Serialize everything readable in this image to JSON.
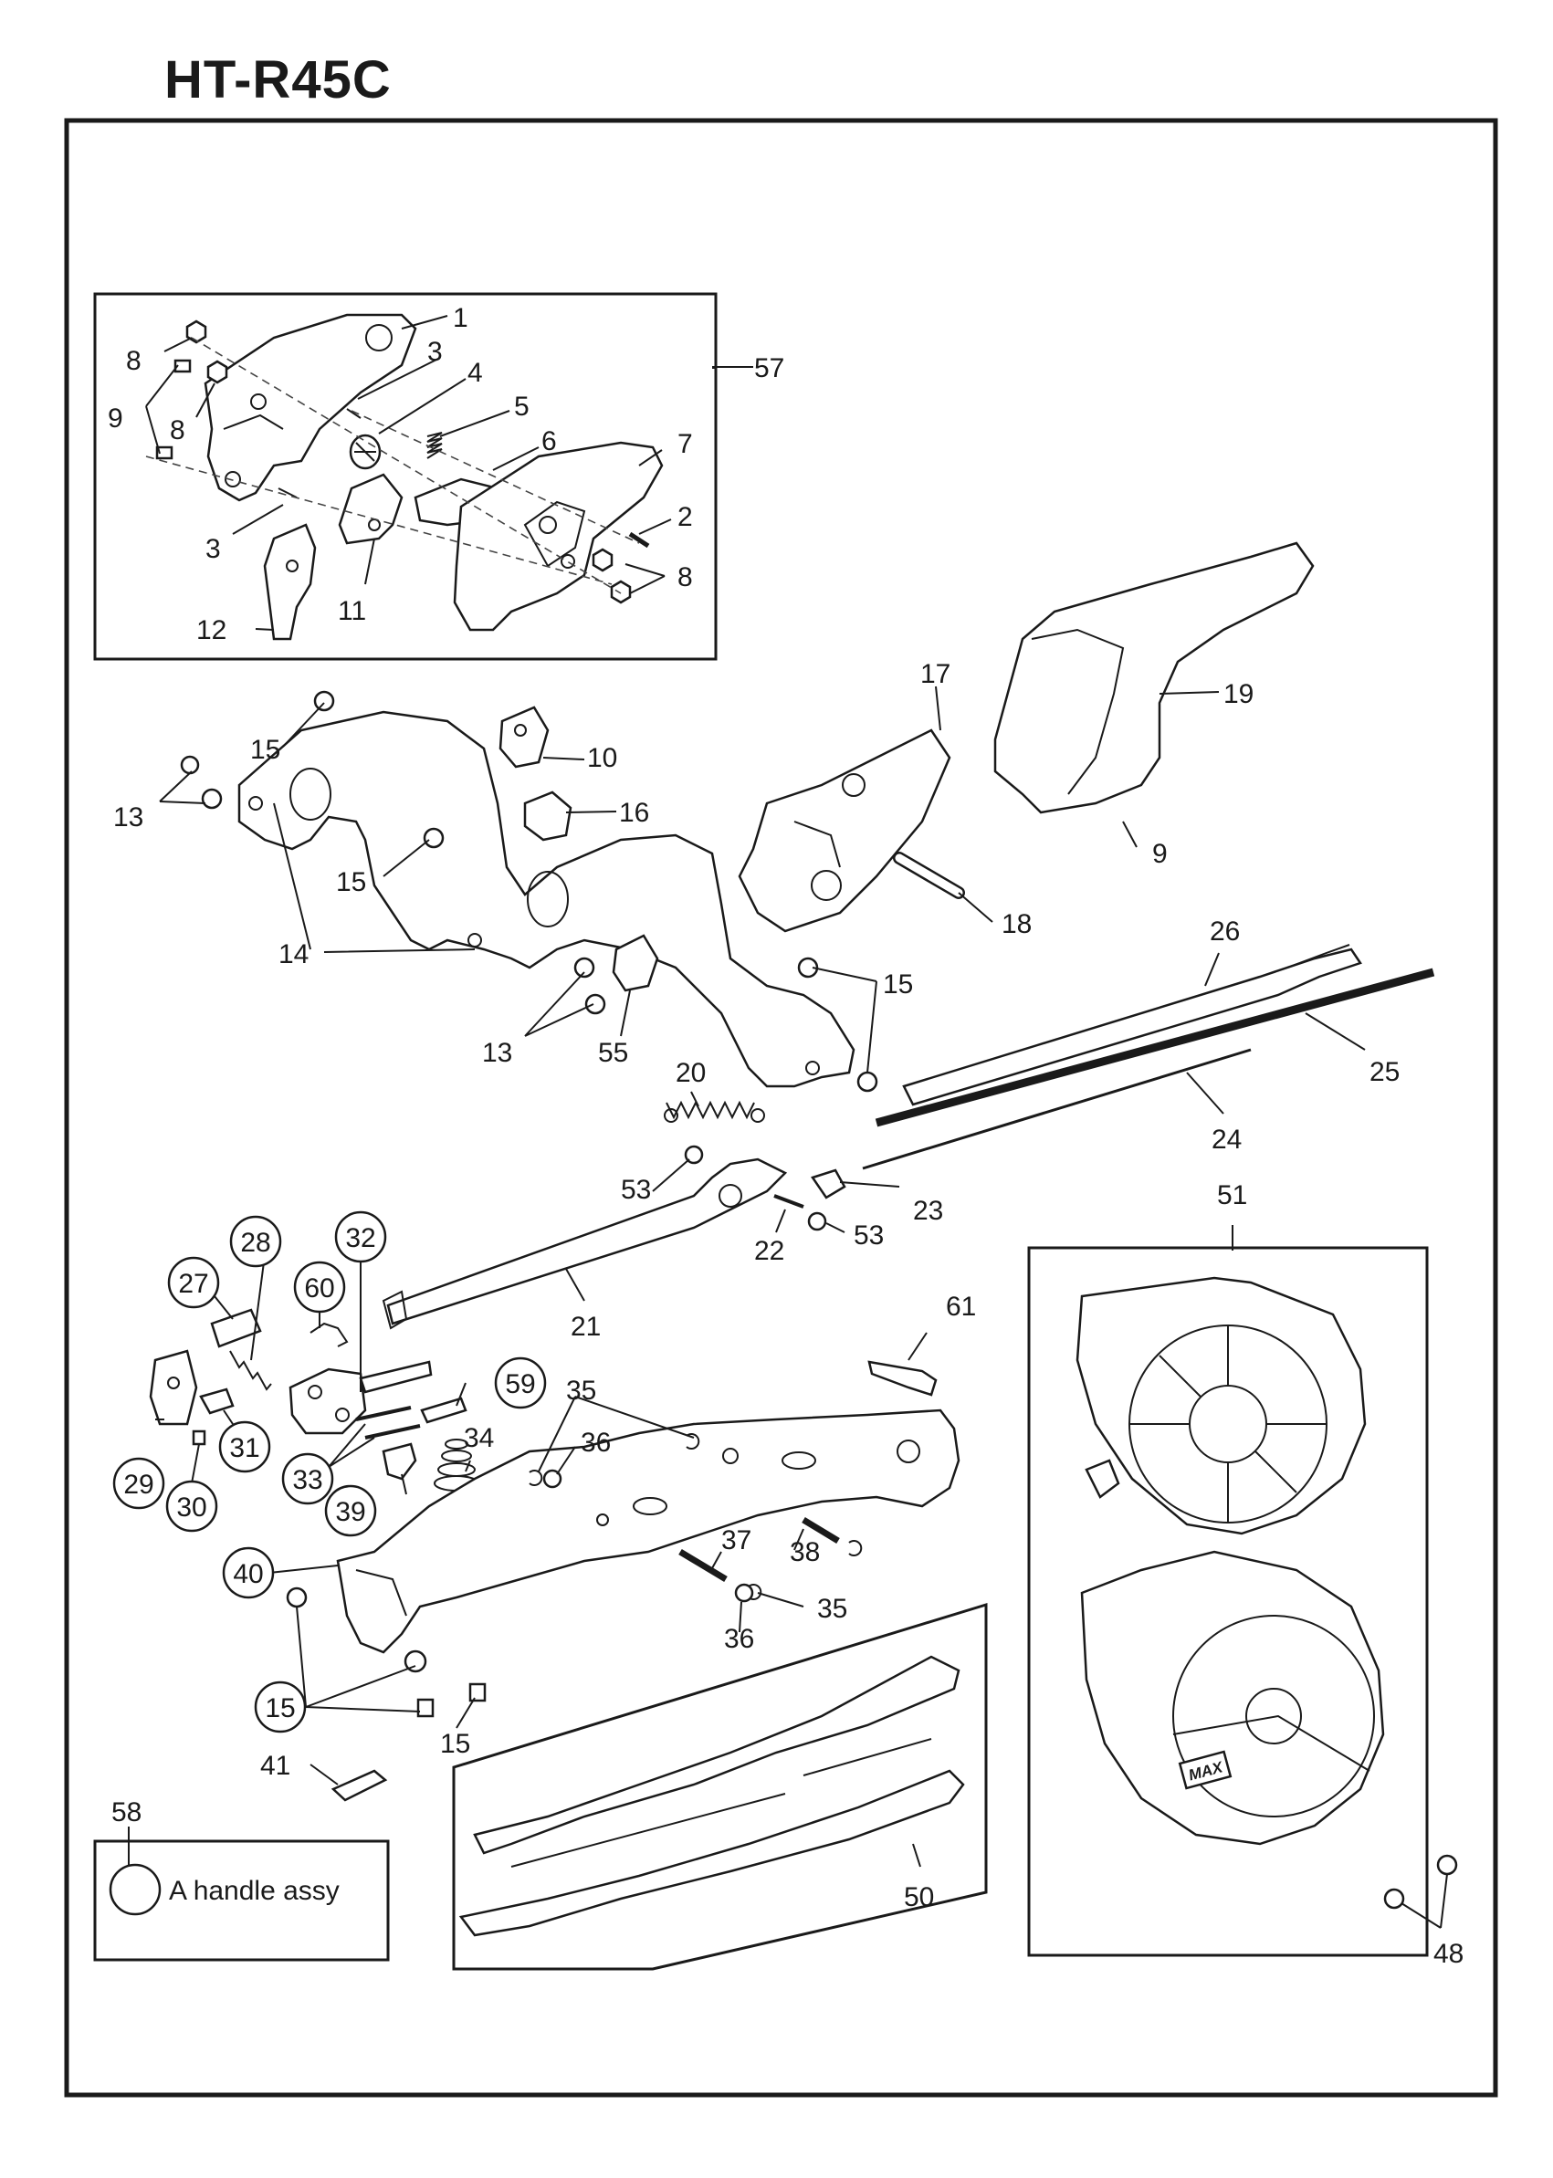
{
  "header": {
    "title": "HT-R45C"
  },
  "labels": {
    "l1": "1",
    "l2": "2",
    "l3a": "3",
    "l3b": "3",
    "l4": "4",
    "l5": "5",
    "l6": "6",
    "l7": "7",
    "l8a": "8",
    "l8b": "8",
    "l8c": "8",
    "l9a": "9",
    "l9b": "9",
    "l10": "10",
    "l11": "11",
    "l12": "12",
    "l13a": "13",
    "l13b": "13",
    "l14": "14",
    "l15a": "15",
    "l15b": "15",
    "l15c": "15",
    "l15d": "15",
    "l15e": "15",
    "l16": "16",
    "l17": "17",
    "l18": "18",
    "l19": "19",
    "l20": "20",
    "l21": "21",
    "l22": "22",
    "l23": "23",
    "l24": "24",
    "l25": "25",
    "l26": "26",
    "l27": "27",
    "l28": "28",
    "l29": "29",
    "l30": "30",
    "l31": "31",
    "l32": "32",
    "l33": "33",
    "l34": "34",
    "l35a": "35",
    "l35b": "35",
    "l36a": "36",
    "l36b": "36",
    "l37": "37",
    "l38": "38",
    "l39": "39",
    "l40": "40",
    "l41": "41",
    "l48": "48",
    "l50": "50",
    "l51": "51",
    "l53a": "53",
    "l53b": "53",
    "l55": "55",
    "l57": "57",
    "l58": "58",
    "l59": "59",
    "l60": "60",
    "l61": "61"
  },
  "legend": {
    "circle_meaning": "A handle assy"
  },
  "logo_text": "MAX"
}
